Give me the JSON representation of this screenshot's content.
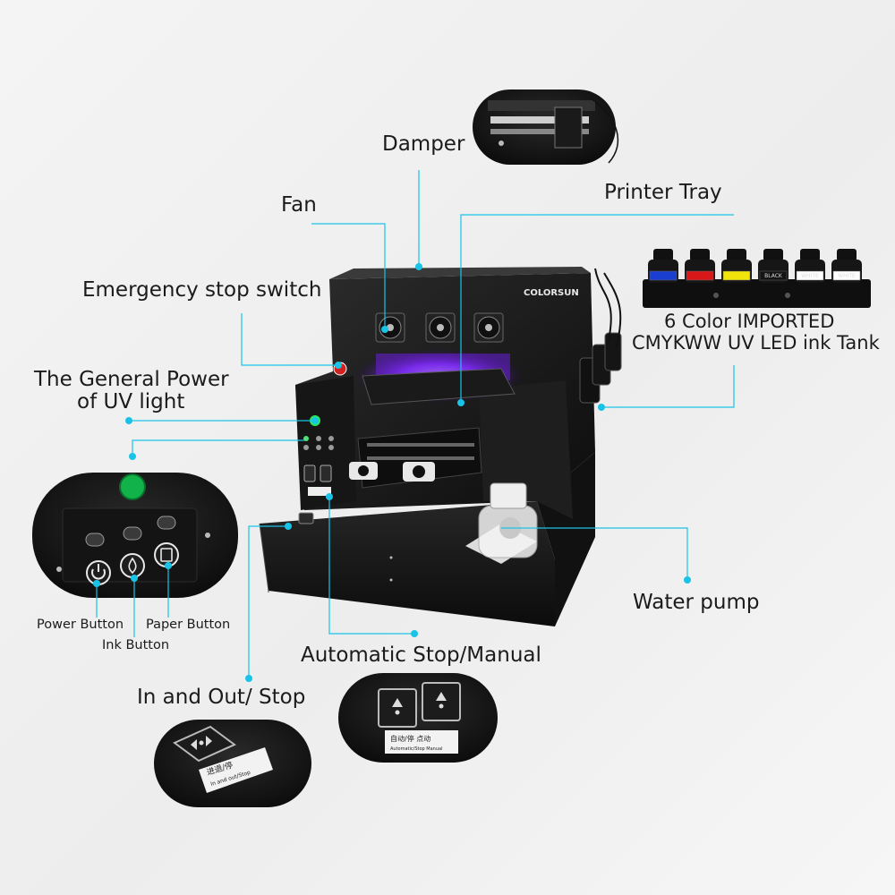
{
  "brand": "COLORSUN",
  "labels": {
    "damper": "Damper",
    "printer_tray": "Printer Tray",
    "fan": "Fan",
    "emergency_stop": "Emergency stop switch",
    "uv_power_line1": "The General Power",
    "uv_power_line2": "of UV light",
    "ink_tank_line1": "6 Color IMPORTED",
    "ink_tank_line2": "CMYKWW UV LED ink Tank",
    "water_pump": "Water pump",
    "power_button": "Power Button",
    "ink_button": "Ink Button",
    "paper_button": "Paper Button",
    "auto_stop_manual": "Automatic Stop/Manual",
    "in_out_stop": "In and Out/ Stop"
  },
  "ink_tank": {
    "bottles": [
      {
        "color": "#1a3fd0",
        "label": ""
      },
      {
        "color": "#d81818",
        "label": ""
      },
      {
        "color": "#f2e40a",
        "label": ""
      },
      {
        "color": "#141414",
        "label": "BLACK"
      },
      {
        "color": "#ffffff",
        "label": "WHITE"
      },
      {
        "color": "#ffffff",
        "label": "WHITE"
      }
    ]
  },
  "switch_labels": {
    "auto_panel": "自动/停  点动",
    "auto_panel_sub": "Automatic/Stop  Manual",
    "inout_panel": "进退/停",
    "inout_panel_sub": "In and out/Stop"
  },
  "colors": {
    "leader_line": "#19c3e6",
    "uv_glow": "#7b2cff",
    "power_button": "#12b24a",
    "emergency": "#d32020"
  }
}
